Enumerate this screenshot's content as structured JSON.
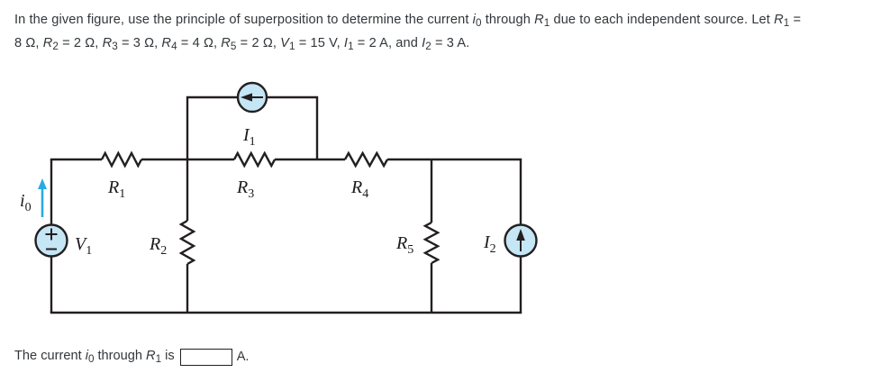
{
  "problem": {
    "segments": [
      {
        "t": "In the given figure, use the principle of superposition to determine the current "
      },
      {
        "t": "i",
        "c": "v"
      },
      {
        "t": "0",
        "c": "s"
      },
      {
        "t": " through "
      },
      {
        "t": "R",
        "c": "v"
      },
      {
        "t": "1",
        "c": "s"
      },
      {
        "t": " due to each independent source. Let "
      },
      {
        "t": "R",
        "c": "v"
      },
      {
        "t": "1",
        "c": "s"
      },
      {
        "t": " ="
      },
      {
        "br": true
      },
      {
        "t": "8 Ω, "
      },
      {
        "t": "R",
        "c": "v"
      },
      {
        "t": "2",
        "c": "s"
      },
      {
        "t": " = 2 Ω, "
      },
      {
        "t": "R",
        "c": "v"
      },
      {
        "t": "3",
        "c": "s"
      },
      {
        "t": " = 3 Ω, "
      },
      {
        "t": "R",
        "c": "v"
      },
      {
        "t": "4",
        "c": "s"
      },
      {
        "t": " = 4 Ω, "
      },
      {
        "t": "R",
        "c": "v"
      },
      {
        "t": "5",
        "c": "s"
      },
      {
        "t": " = 2 Ω, "
      },
      {
        "t": "V",
        "c": "v"
      },
      {
        "t": "1",
        "c": "s"
      },
      {
        "t": " = 15 V, "
      },
      {
        "t": "I",
        "c": "v"
      },
      {
        "t": "1",
        "c": "s"
      },
      {
        "t": " = 2 A, and "
      },
      {
        "t": "I",
        "c": "v"
      },
      {
        "t": "2",
        "c": "s"
      },
      {
        "t": " = 3 A."
      }
    ]
  },
  "figure": {
    "labels": {
      "i0": {
        "base": "i",
        "sub": "0"
      },
      "r1": {
        "base": "R",
        "sub": "1"
      },
      "r2": {
        "base": "R",
        "sub": "2"
      },
      "r3": {
        "base": "R",
        "sub": "3"
      },
      "r4": {
        "base": "R",
        "sub": "4"
      },
      "r5": {
        "base": "R",
        "sub": "5"
      },
      "v1": {
        "base": "V",
        "sub": "1"
      },
      "i1": {
        "base": "I",
        "sub": "1"
      },
      "i2": {
        "base": "I",
        "sub": "2"
      }
    },
    "source_signs": {
      "plus": "+",
      "minus": "−"
    },
    "colors": {
      "wire": "#231f20",
      "source_fill": "#c5e6f4",
      "current_arrow": "#29abe2"
    }
  },
  "answer": {
    "prefix_segments": [
      {
        "t": "The current "
      },
      {
        "t": "i",
        "c": "v"
      },
      {
        "t": "0",
        "c": "s"
      },
      {
        "t": " through "
      },
      {
        "t": "R",
        "c": "v"
      },
      {
        "t": "1",
        "c": "s"
      },
      {
        "t": " is"
      }
    ],
    "input_value": "",
    "suffix": "A."
  }
}
